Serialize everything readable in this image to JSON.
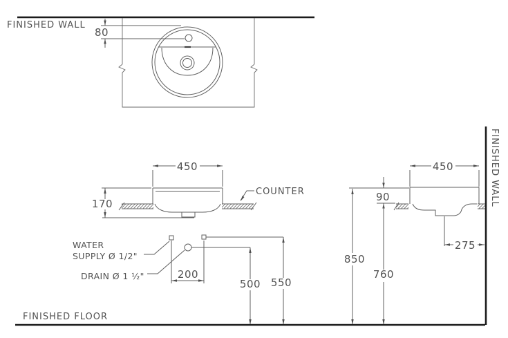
{
  "labels": {
    "finished_wall_top": "FINISHED WALL",
    "finished_wall_right": "FINISHED WALL",
    "finished_floor": "FINISHED FLOOR",
    "counter": "COUNTER",
    "water_supply_line1": "WATER",
    "water_supply_line2": "SUPPLY Ø 1/2\"",
    "drain": "DRAIN Ø 1 ½\""
  },
  "dimensions_mm": {
    "faucet_center_from_rim": "80",
    "basin_width_front": "450",
    "basin_height_front": "170",
    "supply_spacing": "200",
    "drain_height_from_floor": "500",
    "supply_height_from_floor": "550",
    "basin_width_side": "450",
    "rim_above_counter": "90",
    "drain_offset_from_wall": "275",
    "rim_height_from_floor": "850",
    "counter_height_from_floor": "760"
  },
  "colors": {
    "line": "#5f5f5f",
    "heavy_line": "#1b1b1b",
    "text": "#525252",
    "background": "#ffffff"
  }
}
